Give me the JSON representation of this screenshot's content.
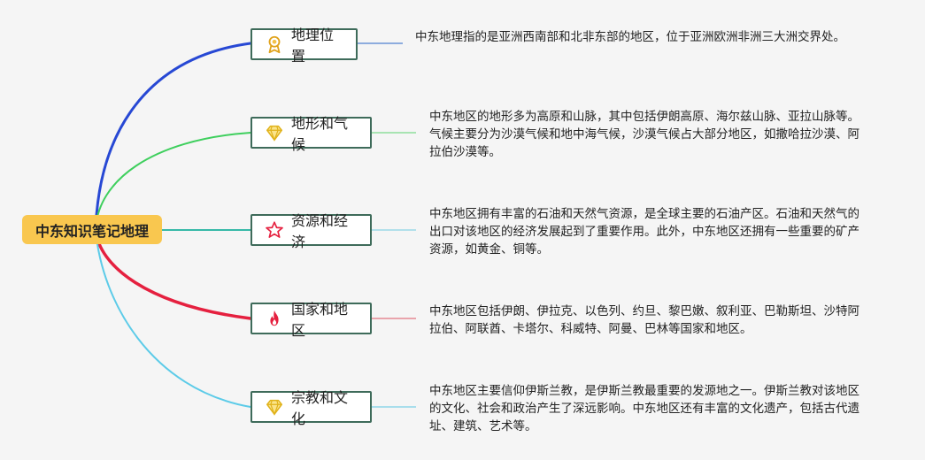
{
  "root": {
    "label": "中东知识笔记地理"
  },
  "topics": [
    {
      "label": "地理位置",
      "icon": "award-ribbon-icon",
      "branch_color": "#2748d4",
      "note_line_color": "#6b93d6",
      "note": "中东地理指的是亚洲西南部和北非东部的地区，位于亚洲欧洲非洲三大洲交界处。"
    },
    {
      "label": "地形和气候",
      "icon": "gem-icon",
      "branch_color": "#3ecf5d",
      "note_line_color": "#8fdf9c",
      "note": "中东地区的地形多为高原和山脉，其中包括伊朗高原、海尔兹山脉、亚拉山脉等。气候主要分为沙漠气候和地中海气候，沙漠气候占大部分地区，如撒哈拉沙漠、阿拉伯沙漠等。"
    },
    {
      "label": "资源和经济",
      "icon": "star-outline-icon",
      "branch_color": "#37b9a8",
      "note_line_color": "#9bd9e6",
      "note": "中东地区拥有丰富的石油和天然气资源，是全球主要的石油产区。石油和天然气的出口对该地区的经济发展起到了重要作用。此外，中东地区还拥有一些重要的矿产资源，如黄金、铜等。"
    },
    {
      "label": "国家和地区",
      "icon": "fire-icon",
      "branch_color": "#e5203f",
      "note_line_color": "#e58a93",
      "note": "中东地区包括伊朗、伊拉克、以色列、约旦、黎巴嫩、叙利亚、巴勒斯坦、沙特阿拉伯、阿联酋、卡塔尔、科威特、阿曼、巴林等国家和地区。"
    },
    {
      "label": "宗教和文化",
      "icon": "gem-icon",
      "branch_color": "#5ccbe8",
      "note_line_color": "#8fd6ea",
      "note": "中东地区主要信仰伊斯兰教，是伊斯兰教最重要的发源地之一。伊斯兰教对该地区的文化、社会和政治产生了深远影响。中东地区还有丰富的文化遗产，包括古代遗址、建筑、艺术等。"
    }
  ],
  "colors": {
    "topic_border": "#3e6b5a",
    "root_fill": "#f9c74f",
    "background": "#f5f5f5"
  }
}
